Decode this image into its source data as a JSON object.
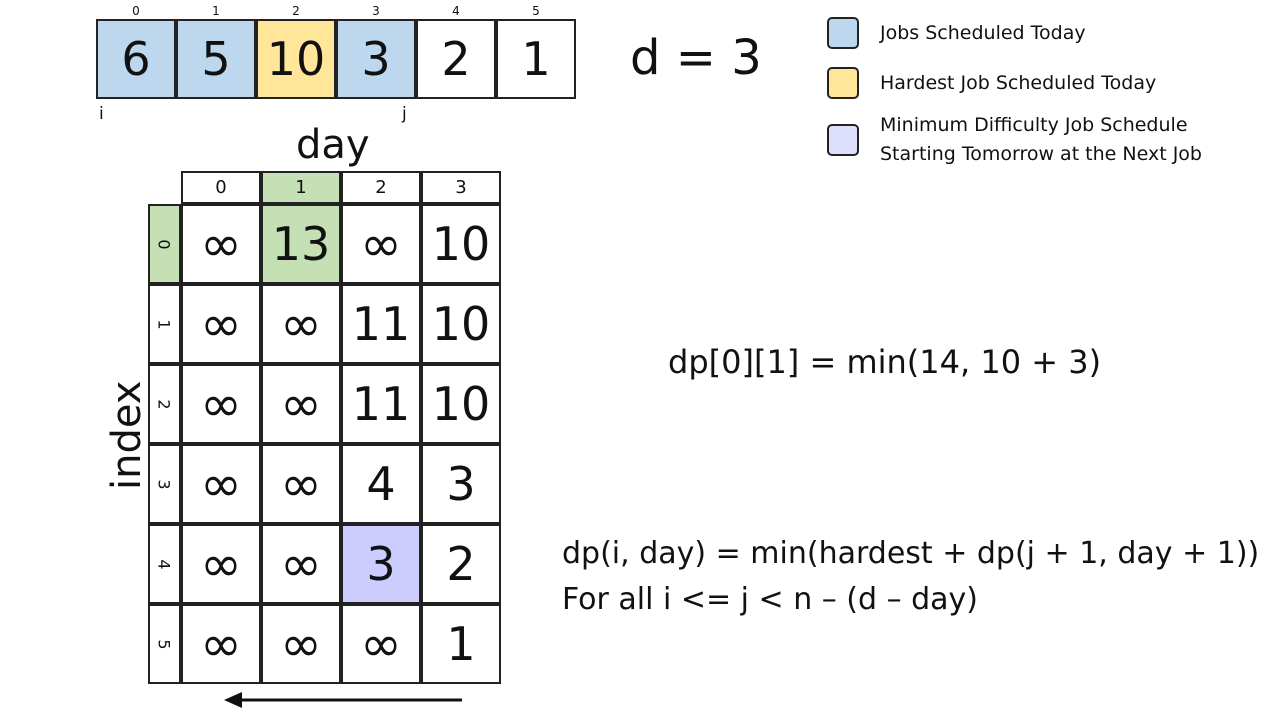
{
  "jobs": {
    "indices": [
      "0",
      "1",
      "2",
      "3",
      "4",
      "5"
    ],
    "values": [
      "6",
      "5",
      "10",
      "3",
      "2",
      "1"
    ],
    "states": [
      "today",
      "today",
      "hardest",
      "today",
      "none",
      "none"
    ],
    "pointer_i": "i",
    "pointer_j": "j"
  },
  "d_label": "d = 3",
  "legend": {
    "today": "Jobs Scheduled Today",
    "hardest": "Hardest Job Scheduled Today",
    "next_line1": "Minimum Difficulty Job Schedule",
    "next_line2": "Starting Tomorrow at the Next Job"
  },
  "table": {
    "col_title": "day",
    "row_title": "index",
    "col_headers": [
      "0",
      "1",
      "2",
      "3"
    ],
    "row_headers": [
      "0",
      "1",
      "2",
      "3",
      "4",
      "5"
    ],
    "rows": [
      [
        "∞",
        "13",
        "∞",
        "10"
      ],
      [
        "∞",
        "∞",
        "11",
        "10"
      ],
      [
        "∞",
        "∞",
        "11",
        "10"
      ],
      [
        "∞",
        "∞",
        "4",
        "3"
      ],
      [
        "∞",
        "∞",
        "3",
        "2"
      ],
      [
        "∞",
        "∞",
        "∞",
        "1"
      ]
    ],
    "highlight_current": {
      "row": 0,
      "col": 1
    },
    "highlight_next": {
      "row": 4,
      "col": 2
    }
  },
  "formulas": {
    "current": "dp[0][1] = min(14, 10 + 3)",
    "recurrence": "dp(i, day) = min(hardest + dp(j + 1, day + 1))",
    "range": "For all i <= j < n – (d – day)"
  },
  "colors": {
    "today": "#bdd7ee",
    "hardest": "#ffe699",
    "next": "#ccccff",
    "current": "#c5e0b4",
    "border": "#222222"
  }
}
